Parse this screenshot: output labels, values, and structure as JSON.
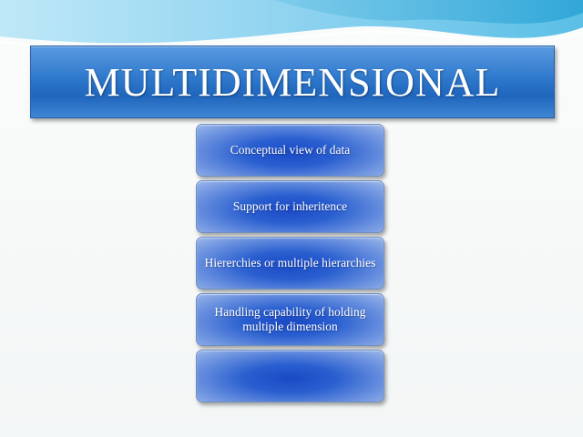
{
  "title": "MULTIDIMENSIONAL",
  "steps": [
    {
      "label": "Conceptual view of data"
    },
    {
      "label": "Support for inheritence"
    },
    {
      "label": "Hiererchies or multiple hierarchies"
    },
    {
      "label": "Handling capability of holding multiple dimension"
    },
    {
      "label": ""
    }
  ],
  "colors": {
    "title_bar": "#2e78cc",
    "step_fill": "#1a49c4",
    "wave": "#8fd3f0"
  }
}
